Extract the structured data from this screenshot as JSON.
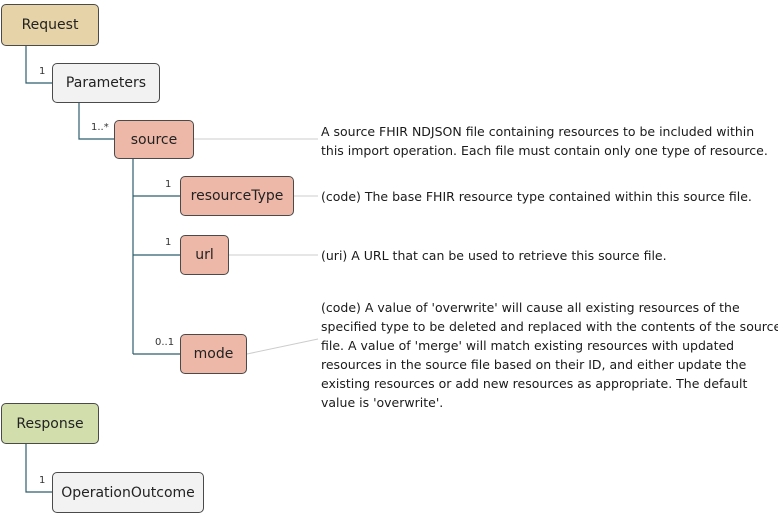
{
  "colors": {
    "request": "#e6d4a8",
    "response": "#d2dfac",
    "neutral": "#f2f2f2",
    "element": "#eeb8a8",
    "tree_line": "#2e5e6e",
    "leader_line": "#cccccc"
  },
  "nodes": {
    "request": "Request",
    "parameters": "Parameters",
    "source": "source",
    "resourceType": "resourceType",
    "url": "url",
    "mode": "mode",
    "response": "Response",
    "operationOutcome": "OperationOutcome"
  },
  "cardinality": {
    "parameters": "1",
    "source": "1..*",
    "resourceType": "1",
    "url": "1",
    "mode": "0..1",
    "operationOutcome": "1"
  },
  "descriptions": {
    "source": [
      "A source FHIR NDJSON file containing resources to be included within",
      "this import operation. Each file must contain only one type of resource."
    ],
    "resourceType": [
      "(code) The base FHIR resource type contained within this source file."
    ],
    "url": [
      "(uri) A URL that can be used to retrieve this source file."
    ],
    "mode": [
      "(code) A value of 'overwrite' will cause all existing resources of the",
      "specified type to be deleted and replaced with the contents of the source",
      "file. A value of 'merge' will match existing resources with updated",
      "resources in the source file based on their ID, and either update the",
      "existing resources or add new resources as appropriate. The default",
      "value is 'overwrite'."
    ]
  }
}
